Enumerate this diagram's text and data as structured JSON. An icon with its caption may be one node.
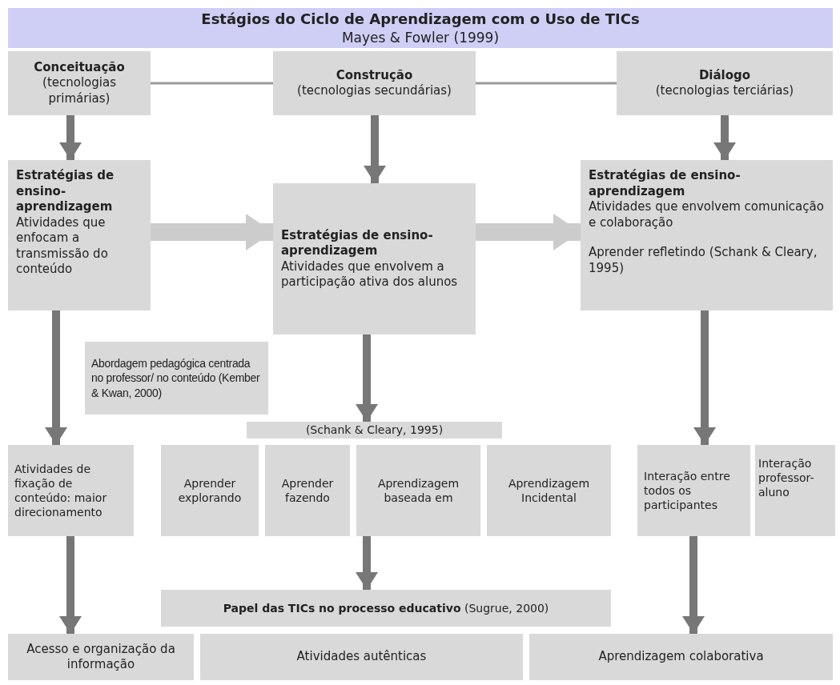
{
  "diagram": {
    "nodes": [
      {
        "text": [
          "Estágios do Ciclo de Aprendizagem com o Uso de TICs",
          "Mayes & Fowler (1999)"
        ]
      },
      {
        "text": [
          "Conceituação",
          "(tecnologias primárias)"
        ]
      },
      {
        "text": [
          "Construção",
          "(tecnologias secundárias)"
        ]
      },
      {
        "text": [
          "Diálogo",
          "(tecnologias terciárias)"
        ]
      },
      {
        "text": [
          "Estratégias de ensino-aprendizagem",
          "Atividades que enfocam a transmissão do conteúdo"
        ]
      },
      {
        "text": [
          "Estratégias de ensino-aprendizagem",
          "Atividades que envolvem a participação ativa dos alunos"
        ]
      },
      {
        "text": [
          "Estratégias de ensino-aprendizagem",
          "Atividades que envolvem comunicação e colaboração",
          "Aprender refletindo (Schank & Cleary, 1995)"
        ]
      },
      {
        "text": [
          "Abordagem pedagógica centrada no professor/ no conteúdo (Kember & Kwan, 2000)"
        ]
      },
      {
        "text": [
          "(Schank & Cleary, 1995)"
        ]
      },
      {
        "text": [
          "Atividades de fixação de conteúdo: maior direcionamento"
        ]
      },
      {
        "text": [
          "Aprender explorando"
        ]
      },
      {
        "text": [
          "Aprender fazendo"
        ]
      },
      {
        "text": [
          "Aprendizagem baseada em"
        ]
      },
      {
        "text": [
          "Aprendizagem Incidental"
        ]
      },
      {
        "text": [
          "Interação entre todos os participantes"
        ]
      },
      {
        "text": [
          "Interação professor-aluno"
        ]
      },
      {
        "text": [
          "**Papel das TICs no processo educativo** (Sugrue, 2000)"
        ]
      },
      {
        "text": [
          "Acesso e organização da informação"
        ]
      },
      {
        "text": [
          "Atividades autênticas"
        ]
      },
      {
        "text": [
          "Aprendizagem colaborativa"
        ]
      }
    ],
    "edges": [
      {
        "from": 1,
        "to": 2,
        "arrow": "none",
        "color": "#999999"
      },
      {
        "from": 2,
        "to": 3,
        "arrow": "none",
        "color": "#999999"
      },
      {
        "from": 1,
        "to": 4,
        "arrow": "to"
      },
      {
        "from": 2,
        "to": 5,
        "arrow": "to"
      },
      {
        "from": 3,
        "to": 6,
        "arrow": "to"
      },
      {
        "from": 4,
        "to": 5,
        "arrow": "to",
        "style": "thick",
        "color": "#cccccc"
      },
      {
        "from": 5,
        "to": 6,
        "arrow": "to",
        "style": "thick",
        "color": "#cccccc"
      },
      {
        "from": 4,
        "to": 9,
        "arrow": "to"
      },
      {
        "from": 5,
        "to": 8,
        "arrow": "to"
      },
      {
        "from": 6,
        "to": 14,
        "arrow": "to"
      },
      {
        "from": 12,
        "to": 16,
        "arrow": "to"
      },
      {
        "from": 9,
        "to": 17,
        "arrow": "to"
      },
      {
        "from": 14,
        "to": 19,
        "arrow": "to"
      }
    ]
  }
}
